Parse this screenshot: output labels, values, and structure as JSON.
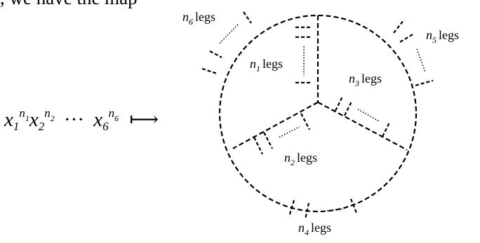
{
  "intro_text": ", we have the map",
  "formula": {
    "base": "x",
    "terms": [
      {
        "index": "1",
        "exp_base": "n",
        "exp_index": "1"
      },
      {
        "index": "2",
        "exp_base": "n",
        "exp_index": "2"
      },
      {
        "index": "6",
        "exp_base": "n",
        "exp_index": "6"
      }
    ],
    "ellipsis": "···",
    "arrow": "⟼"
  },
  "diagram": {
    "labels": [
      {
        "var": "n",
        "index": "6",
        "suffix": "legs"
      },
      {
        "var": "n",
        "index": "5",
        "suffix": "legs"
      },
      {
        "var": "n",
        "index": "1",
        "suffix": "legs"
      },
      {
        "var": "n",
        "index": "3",
        "suffix": "legs"
      },
      {
        "var": "n",
        "index": "2",
        "suffix": "legs"
      },
      {
        "var": "n",
        "index": "4",
        "suffix": "legs"
      }
    ]
  }
}
